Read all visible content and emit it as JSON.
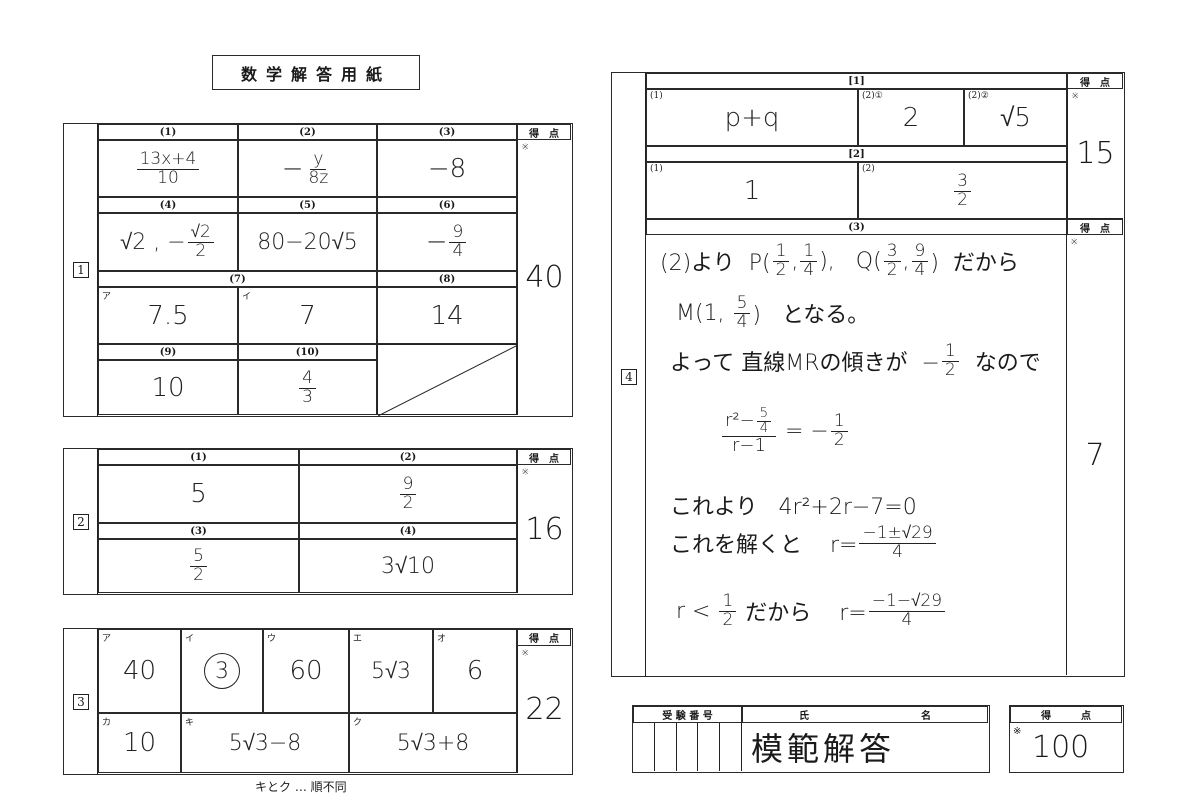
{
  "title": "数学解答用紙",
  "score_header": "得　点",
  "note_mark": "※",
  "q1": {
    "label": "1",
    "headers": [
      "(1)",
      "(2)",
      "(3)",
      "(4)",
      "(5)",
      "(6)",
      "(7)",
      "(8)",
      "(9)",
      "(10)"
    ],
    "a1": {
      "num": "13x+4",
      "den": "10"
    },
    "a2": {
      "sign": "−",
      "num": "y",
      "den": "8z"
    },
    "a3": "−8",
    "a4": {
      "pre": "√2 ,  −",
      "num": "√2",
      "den": "2"
    },
    "a5": "80−20√5",
    "a6": {
      "sign": "−",
      "num": "9",
      "den": "4"
    },
    "a7": {
      "tag_a": "ア",
      "a": "7.5",
      "tag_b": "イ",
      "b": "7"
    },
    "a8": "14",
    "a9": "10",
    "a10": {
      "num": "4",
      "den": "3"
    },
    "score": "40"
  },
  "q2": {
    "label": "2",
    "headers": [
      "(1)",
      "(2)",
      "(3)",
      "(4)"
    ],
    "a1": "5",
    "a2": {
      "num": "9",
      "den": "2"
    },
    "a3": {
      "num": "5",
      "den": "2"
    },
    "a4": "3√10",
    "score": "16"
  },
  "q3": {
    "label": "3",
    "cells": [
      {
        "tag": "ア",
        "value": "40"
      },
      {
        "tag": "イ",
        "value": "3"
      },
      {
        "tag": "ウ",
        "value": "60"
      },
      {
        "tag": "エ",
        "value": "5√3"
      },
      {
        "tag": "オ",
        "value": "6"
      },
      {
        "tag": "カ",
        "value": "10"
      },
      {
        "tag": "キ",
        "value": "5√3−8"
      },
      {
        "tag": "ク",
        "value": "5√3+8"
      }
    ],
    "score": "22",
    "footnote": "キとク … 順不同"
  },
  "q4": {
    "label": "4",
    "part1": {
      "header": "[1]",
      "h1": "(1)",
      "a1": "p+q",
      "h2": "(2)①",
      "a2": "2",
      "h3": "(2)②",
      "a3": "√5"
    },
    "part2": {
      "header": "[2]",
      "h1": "(1)",
      "a1": "1",
      "h2": "(2)",
      "a2": {
        "num": "3",
        "den": "2"
      }
    },
    "score12": "15",
    "part3": {
      "header": "(3)",
      "l1": {
        "t1": "(2)より  P(",
        "f1n": "1",
        "f1d": "2",
        "c1": ",",
        "f2n": "1",
        "f2d": "4",
        "t2": "),   Q(",
        "f3n": "3",
        "f3d": "2",
        "c2": ",",
        "f4n": "9",
        "f4d": "4",
        "t3": ")  だから"
      },
      "l2": {
        "t1": "M(1, ",
        "fn": "5",
        "fd": "4",
        "t2": ")   となる。"
      },
      "l3": {
        "t1": "よって 直線MRの傾きが  −",
        "fn": "1",
        "fd": "2",
        "t2": "  なので"
      },
      "l4": {
        "num_pre": "r²−",
        "inn": "5",
        "ind": "4",
        "den": "r−1",
        "t1": " = −",
        "fn": "1",
        "fd": "2"
      },
      "l5": "これより   4r²+2r−7=0",
      "l6": {
        "t1": "これを解くと    r=",
        "fn": "−1±√29",
        "fd": "4"
      },
      "l7": {
        "t1": "r < ",
        "fn": "1",
        "fd": "2",
        "t2": " だから    r=",
        "gn": "−1−√29",
        "gd": "4"
      }
    },
    "score3": "7"
  },
  "footer": {
    "exam_no": "受 験 番 号",
    "name_h1": "氏",
    "name_h2": "名",
    "name": "模範解答",
    "score_header": "得　　　点",
    "total": "100"
  }
}
